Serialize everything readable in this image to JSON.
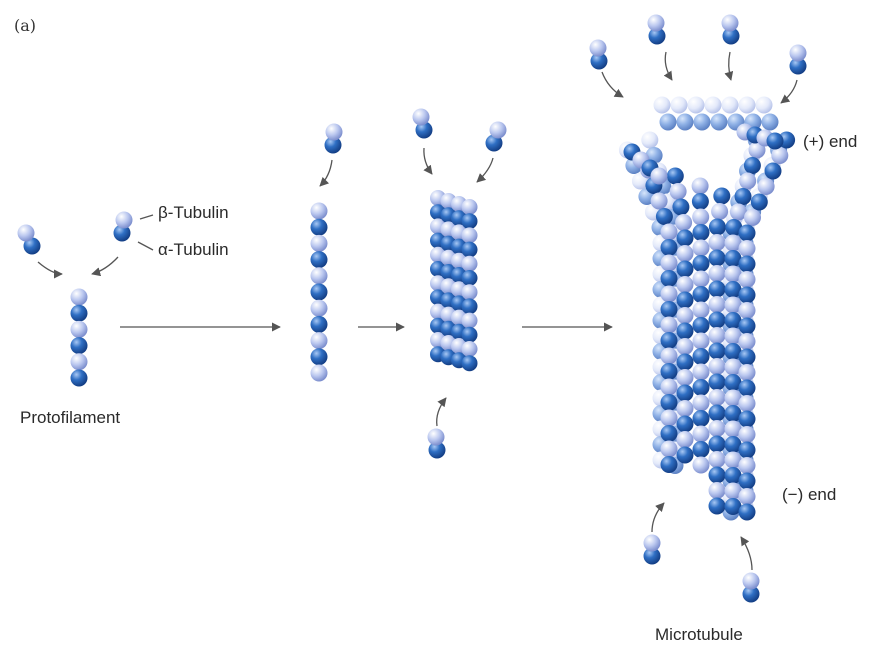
{
  "figure": {
    "panel_label": "(a)",
    "labels": {
      "beta": "β-Tubulin",
      "alpha": "α-Tubulin",
      "protofilament": "Protofilament",
      "plus_end": "(+) end",
      "minus_end": "(−) end",
      "microtubule": "Microtubule"
    },
    "colors": {
      "alpha_subunit": "#2f6fc4",
      "beta_subunit": "#b9c6ee",
      "arrow": "#555555"
    }
  }
}
